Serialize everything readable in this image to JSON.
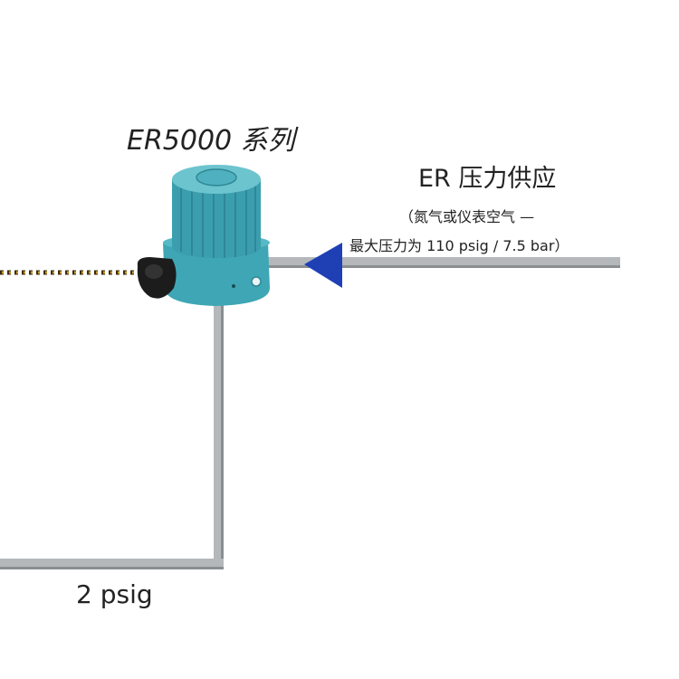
{
  "device": {
    "title": "ER5000 系列",
    "body_color": "#3fa6b5",
    "knob_color": "#1c1c1c"
  },
  "supply": {
    "title": "ER 压力供应",
    "note_line1": "（氮气或仪表空气 —",
    "note_line2": "最大压力为 110 psig / 7.5 bar）",
    "arrow_color": "#1f3fb5"
  },
  "output": {
    "label": "2 psig"
  },
  "colors": {
    "pipe": "#b4b8bb",
    "pipe_shade": "#8a8e91",
    "signal_line": "#3a2a10",
    "signal_dot": "#c89a2a"
  }
}
